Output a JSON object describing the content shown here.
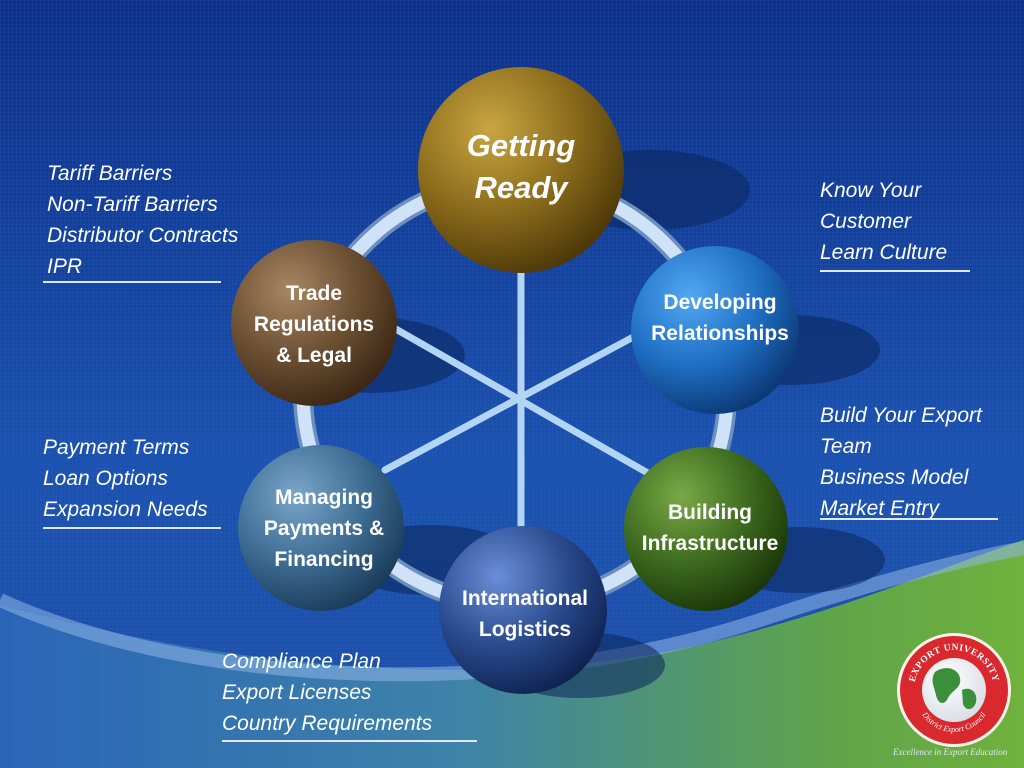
{
  "hubs": {
    "getting_ready": [
      "Getting",
      "Ready"
    ],
    "trade": [
      "Trade",
      "Regulations",
      "& Legal"
    ],
    "developing": [
      "Developing",
      "Relationships"
    ],
    "managing": [
      "Managing",
      "Payments &",
      "Financing"
    ],
    "building": [
      "Building",
      "Infrastructure"
    ],
    "logistics": [
      "International",
      "Logistics"
    ]
  },
  "notes": {
    "trade": [
      "Tariff Barriers",
      "Non-Tariff Barriers",
      "Distributor Contracts",
      "IPR"
    ],
    "developing": [
      "Know Your",
      "Customer",
      "Learn Culture"
    ],
    "building": [
      "Build Your Export",
      "Team",
      "Business Model",
      "Market Entry"
    ],
    "managing": [
      "Payment Terms",
      "Loan Options",
      "Expansion Needs"
    ],
    "logistics": [
      "Compliance Plan",
      "Export Licenses",
      "Country Requirements"
    ]
  },
  "logo": {
    "top_text": "EXPORT UNIVERSITY",
    "bottom_text": "District Export Council",
    "tagline": "Excellence in Export Education"
  },
  "colors": {
    "background": "#1d53b0",
    "getting_ready": "#8a6b1c",
    "trade": "#6b4f33",
    "developing": "#1f6fc4",
    "managing": "#3e6c93",
    "building": "#3d6a1f",
    "logistics": "#2a4b8e",
    "logo_red": "#d9282e",
    "wave_green": "#6caf3e"
  }
}
